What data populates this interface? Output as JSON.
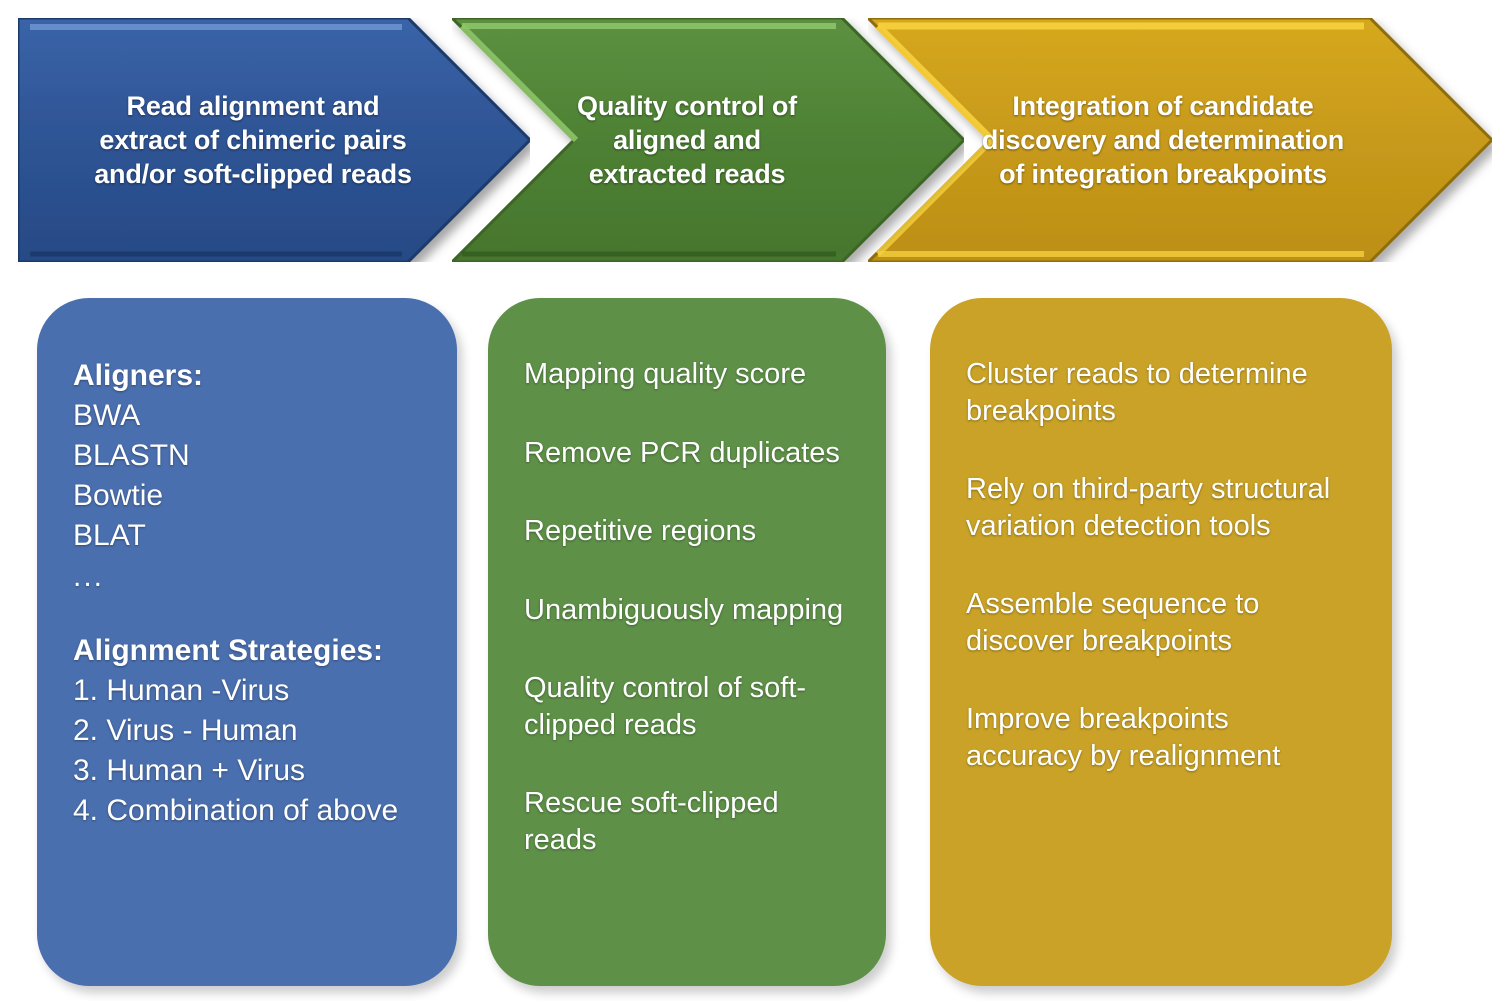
{
  "flow": {
    "steps": [
      {
        "id": "step-1",
        "label": "Read alignment and\nextract of chimeric pairs\nand/or soft-clipped reads",
        "color": "#2e5496",
        "panel_color": "#4a6fae",
        "panel": {
          "heading_1": "Aligners:",
          "items_1": [
            "BWA",
            "BLASTN",
            "Bowtie",
            "BLAT"
          ],
          "ellipsis": "...",
          "heading_2": "Alignment Strategies:",
          "items_2": [
            "1. Human -Virus",
            "2. Virus - Human",
            "3. Human + Virus",
            "4. Combination of above"
          ]
        }
      },
      {
        "id": "step-2",
        "label": "Quality control of\naligned and\nextracted reads",
        "color": "#4e8234",
        "panel_color": "#5e9048",
        "panel": {
          "items": [
            "Mapping quality score",
            "Remove PCR duplicates",
            "Repetitive regions",
            "Unambiguously mapping",
            "Quality control of soft-\nclipped reads",
            "Rescue soft-clipped reads"
          ]
        }
      },
      {
        "id": "step-3",
        "label": "Integration of candidate\ndiscovery and determination\nof integration breakpoints",
        "color": "#cfa01d",
        "panel_color": "#c9a227",
        "panel": {
          "items": [
            "Cluster reads to determine\nbreakpoints",
            "Rely on third-party structural\nvariation detection tools",
            "Assemble sequence to\ndiscover breakpoints",
            "Improve breakpoints\naccuracy by realignment"
          ]
        }
      }
    ]
  }
}
